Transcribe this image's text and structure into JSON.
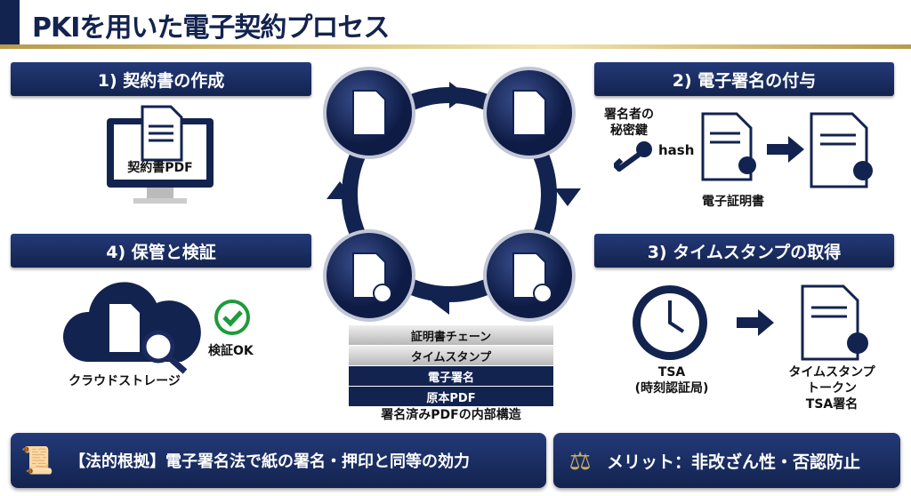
{
  "title": "PKIを用いた電子契約プロセス",
  "steps": {
    "s1": {
      "label": "1) 契約書の作成",
      "monitor_text": "契約書PDF"
    },
    "s2": {
      "label": "2) 電子署名の付与",
      "key_label": "署名者の\n秘密鍵",
      "hash": "hash",
      "cert_label": "電子証明書"
    },
    "s3": {
      "label": "3) タイムスタンプの取得",
      "tsa": "TSA\n(時刻認証局)",
      "token": "タイムスタンプ\nトークン\nTSA署名"
    },
    "s4": {
      "label": "4) 保管と検証",
      "cloud": "クラウドストレージ",
      "ok": "検証OK"
    }
  },
  "stack": {
    "layers": [
      "証明書チェーン",
      "タイムスタンプ",
      "電子署名",
      "原本PDF"
    ],
    "caption": "署名済みPDFの内部構造"
  },
  "footer": {
    "legal": "【法的根拠】電子署名法で紙の署名・押印と同等の効力",
    "merit": "メリット：非改ざん性・否認防止"
  },
  "colors": {
    "navy": "#13234f",
    "gold": "#c9ae62"
  }
}
